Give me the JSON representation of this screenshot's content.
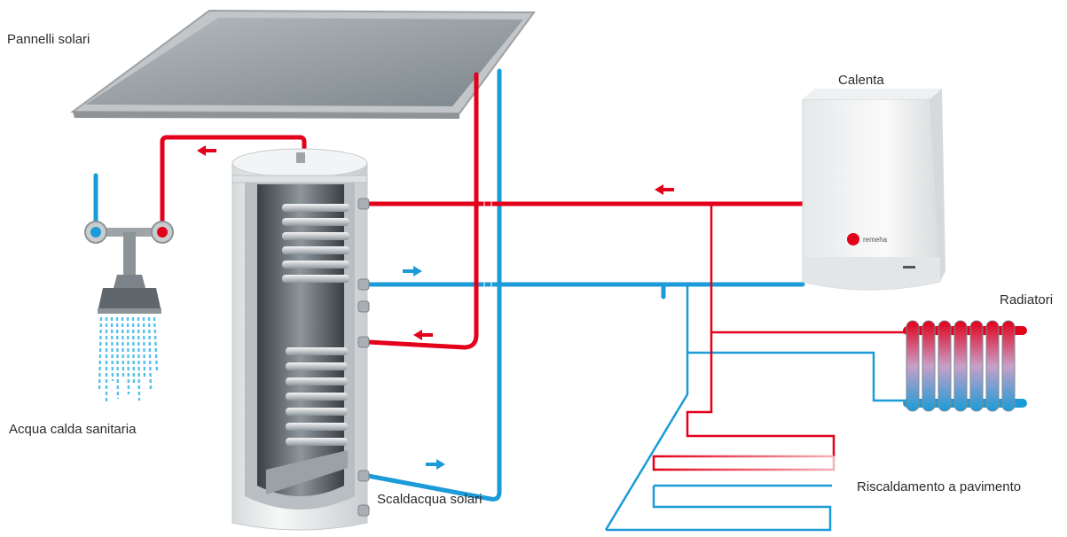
{
  "labels": {
    "solar_panels": "Pannelli solari",
    "boiler": "Calenta",
    "radiators": "Radiatori",
    "hot_water": "Acqua calda sanitaria",
    "solar_cylinder": "Scaldacqua solari",
    "floor_heating": "Riscaldamento a pavimento",
    "boiler_brand": "remeha"
  },
  "colors": {
    "hot": "#e2001a",
    "cold": "#1b9bd7",
    "panel_frame": "#b9bcbf",
    "panel_glass": "#9aa2a8",
    "tank": "#eceeef",
    "boiler_body": "#f2f3f4"
  },
  "icons": {
    "flow_arrow": "arrow-icon",
    "tap": "mixer-tap-icon",
    "shower": "shower-head-icon",
    "brand": "remeha-logo-icon"
  }
}
